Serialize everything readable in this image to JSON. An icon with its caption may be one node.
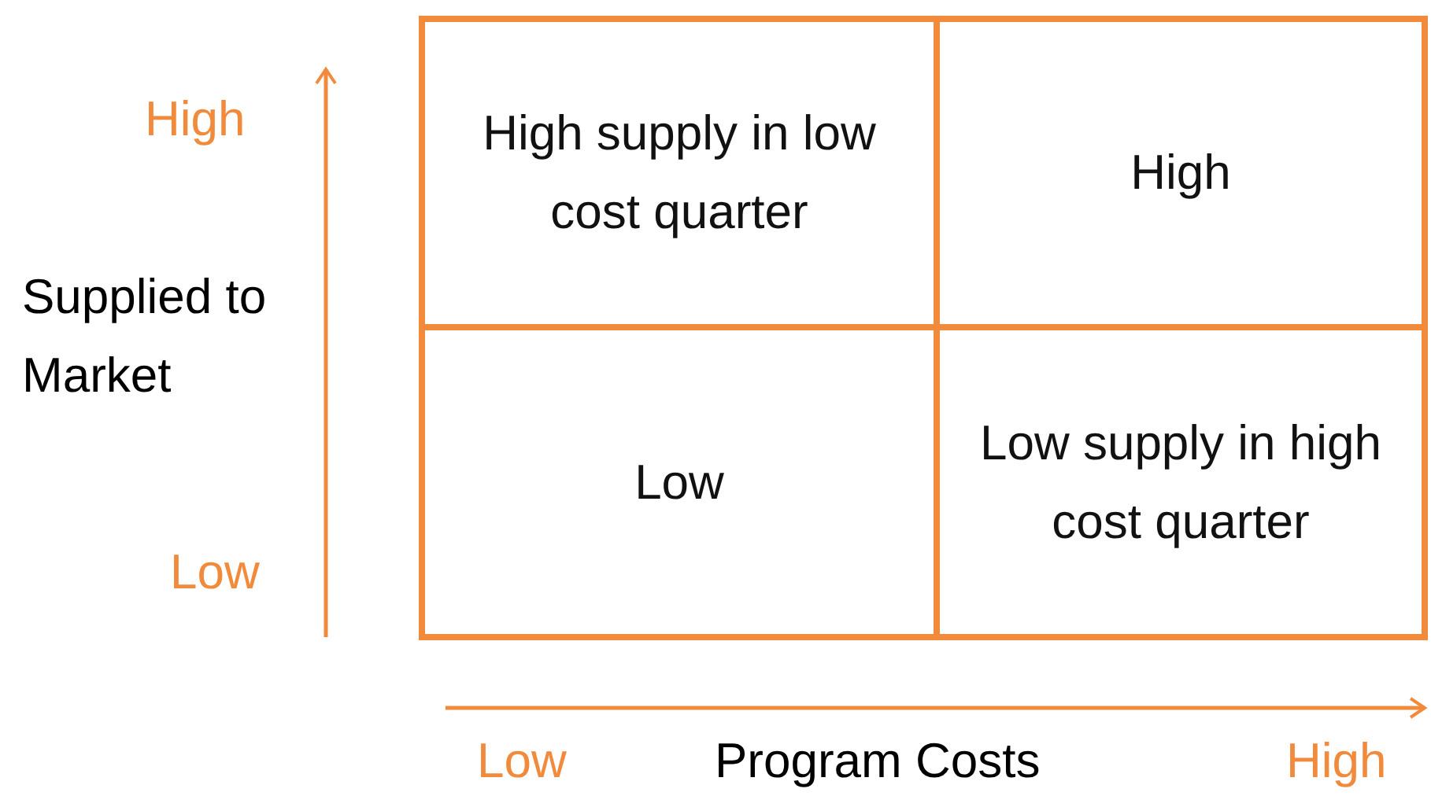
{
  "diagram": {
    "nodes": [
      {
        "text": [
          "High supply in low cost quarter"
        ]
      },
      {
        "text": [
          "High"
        ]
      },
      {
        "text": [
          "Low"
        ]
      },
      {
        "text": [
          "Low supply in high cost quarter"
        ]
      }
    ],
    "labels": [
      "High",
      "Supplied to Market",
      "Low",
      "Low",
      "Program Costs",
      "High"
    ]
  }
}
